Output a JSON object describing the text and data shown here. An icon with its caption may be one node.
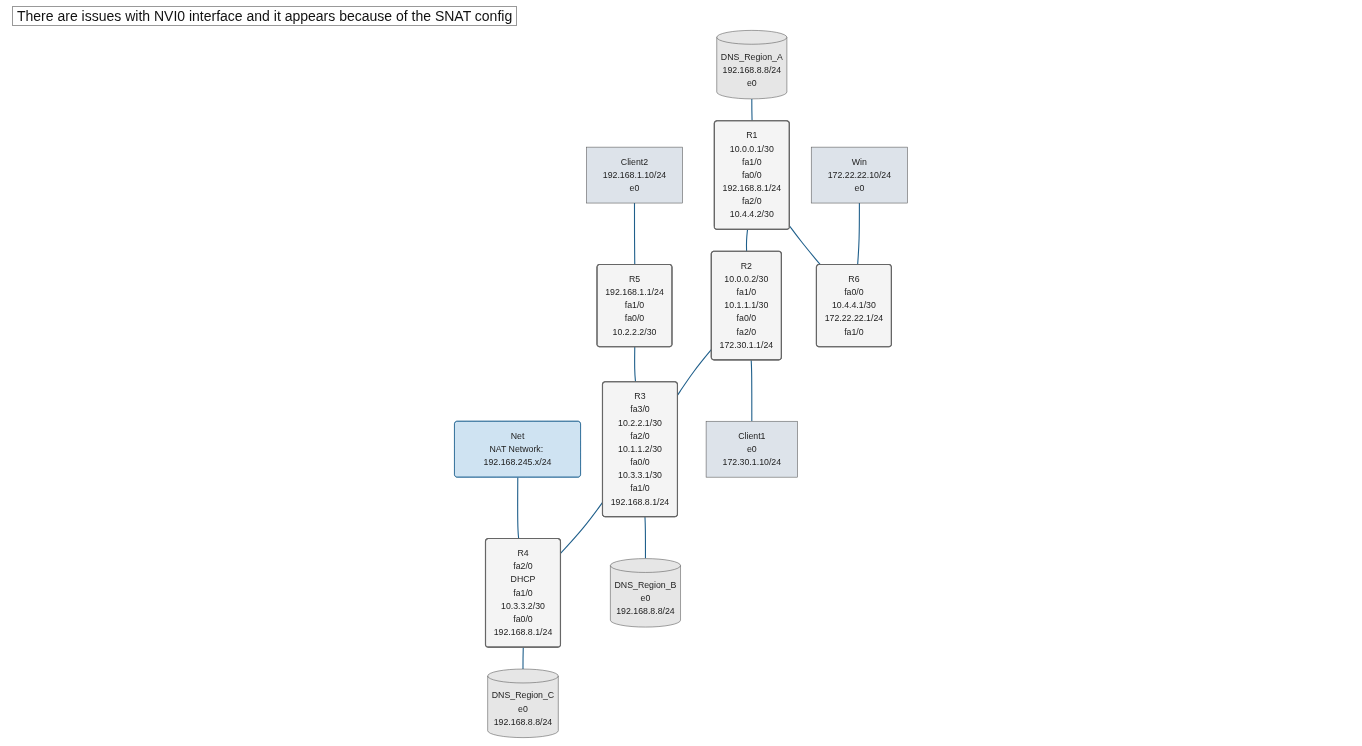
{
  "diagram": {
    "nodes": [
      {
        "text": [
          "Net",
          "NAT Network: 192.168.245.x/24"
        ]
      },
      {
        "text": [
          "Client2",
          "192.168.1.10/24",
          "e0"
        ]
      },
      {
        "text": [
          "R5",
          "192.168.1.1/24",
          "fa1/0",
          "fa0/0",
          "10.2.2.2/30"
        ]
      },
      {
        "text": [
          "R4",
          "fa2/0",
          "DHCP",
          "fa1/0",
          "10.3.3.2/30",
          "fa0/0",
          "192.168.8.1/24"
        ]
      },
      {
        "text": [
          "R3",
          "fa3/0",
          "10.2.2.1/30",
          "fa2/0",
          "10.1.1.2/30",
          "fa0/0",
          "10.3.3.1/30",
          "fa1/0",
          "192.168.8.1/24"
        ]
      },
      {
        "text": [
          "DNS_Region_A",
          "192.168.8.8/24",
          "e0"
        ]
      },
      {
        "text": [
          "R2",
          "10.0.0.2/30",
          "fa1/0",
          "10.1.1.1/30",
          "fa0/0",
          "fa2/0",
          "172.30.1.1/24"
        ]
      },
      {
        "text": [
          "R1",
          "10.0.0.1/30",
          "fa1/0",
          "fa0/0",
          "192.168.8.1/24",
          "fa2/0",
          "10.4.4.2/30"
        ]
      },
      {
        "text": [
          "Client1",
          "e0",
          "172.30.1.10/24"
        ]
      },
      {
        "text": [
          "DNS_Region_B",
          "e0",
          "192.168.8.8/24"
        ]
      },
      {
        "text": [
          "DNS_Region_C",
          "e0",
          "192.168.8.8/24"
        ]
      },
      {
        "text": [
          "R6",
          "fa0/0",
          "10.4.4.1/30",
          "172.22.22.1/24",
          "fa1/0"
        ]
      },
      {
        "text": [
          "Win",
          "172.22.22.10/24",
          "e0"
        ]
      }
    ],
    "edges": [
      {
        "from": 1,
        "to": 2,
        "arrow": "none"
      },
      {
        "from": 2,
        "to": 4,
        "arrow": "none"
      },
      {
        "from": 0,
        "to": 3,
        "arrow": "none"
      },
      {
        "from": 4,
        "to": 3,
        "arrow": "none"
      },
      {
        "from": 6,
        "to": 4,
        "arrow": "none"
      },
      {
        "from": 7,
        "to": 6,
        "arrow": "none"
      },
      {
        "from": 5,
        "to": 7,
        "arrow": "none"
      },
      {
        "from": 6,
        "to": 8,
        "arrow": "none"
      },
      {
        "from": 4,
        "to": 9,
        "arrow": "none"
      },
      {
        "from": 3,
        "to": 10,
        "arrow": "none"
      },
      {
        "from": 7,
        "to": 11,
        "arrow": "none"
      },
      {
        "from": 12,
        "to": 11,
        "arrow": "none"
      }
    ],
    "labels": [
      "There are issues with NVI0 interface and it appears because of the SNAT config"
    ]
  }
}
